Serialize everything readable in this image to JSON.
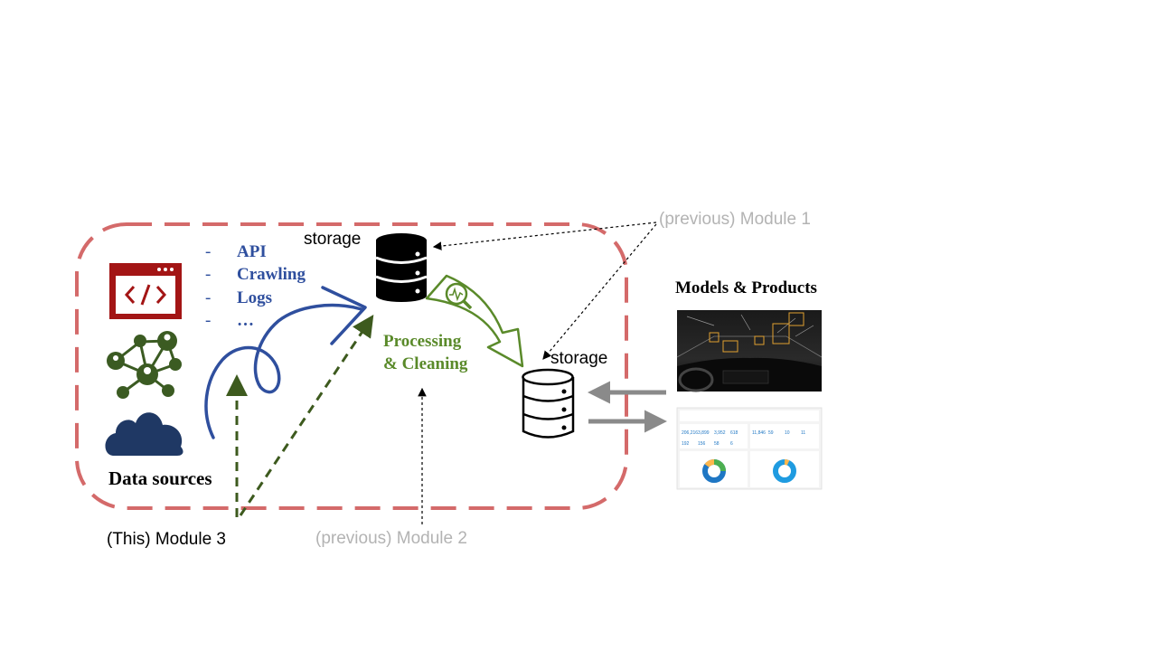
{
  "labels": {
    "data_sources": "Data sources",
    "api_items": [
      "API",
      "Crawling",
      "Logs",
      "…"
    ],
    "list_bullet": "-",
    "storage_top": "storage",
    "storage_right": "storage",
    "processing_line1": "Processing",
    "processing_line2": "& Cleaning",
    "models_products": "Models & Products",
    "this_module": "(This) Module 3",
    "prev_module_1": "(previous) Module 1",
    "prev_module_2": "(previous) Module 2"
  },
  "dashboard": {
    "kpis_top_left": [
      "206,216",
      "3,899",
      "3,952",
      "618"
    ],
    "kpis_bottom_left": [
      "192",
      "156",
      "58",
      "6"
    ],
    "kpis_top_right": [
      "11,846",
      "59",
      "10",
      "11"
    ]
  },
  "colors": {
    "module_box": "#d46a6a",
    "sources_blue": "#2f4f9e",
    "processing_green": "#5a8a2a",
    "dashed_green": "#3d5a1e",
    "code_icon_red": "#a31515",
    "network_green": "#3b5b22",
    "cloud_navy": "#1f3864",
    "grey_arrow": "#8a8a8a",
    "previous_text": "#b3b3b3"
  },
  "icons": [
    "code-window-icon",
    "network-people-icon",
    "cloud-icon",
    "database-filled-icon",
    "database-outline-icon",
    "magnifier-pulse-icon"
  ]
}
